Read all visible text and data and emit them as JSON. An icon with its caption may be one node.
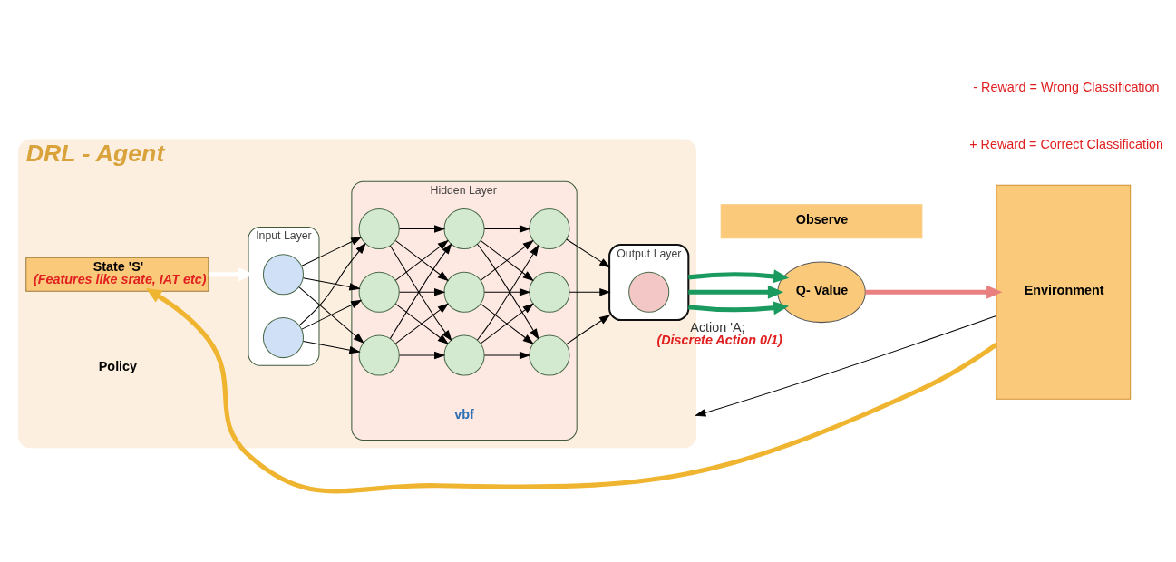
{
  "diagram": {
    "nodes": [
      {
        "text": [
          "DRL - Agent"
        ]
      },
      {
        "text": [
          "State 'S'",
          "(Features like srate, IAT etc)"
        ],
        "in": 0
      },
      {
        "text": [
          "Input Layer"
        ],
        "in": 0
      },
      {
        "text": [],
        "shape": "circle",
        "in": 2
      },
      {
        "text": [],
        "shape": "circle",
        "in": 2
      },
      {
        "text": [
          "Hidden Layer"
        ],
        "in": 0
      },
      {
        "text": [],
        "shape": "circle",
        "in": 5
      },
      {
        "text": [],
        "shape": "circle",
        "in": 5
      },
      {
        "text": [],
        "shape": "circle",
        "in": 5
      },
      {
        "text": [],
        "shape": "circle",
        "in": 5
      },
      {
        "text": [],
        "shape": "circle",
        "in": 5
      },
      {
        "text": [],
        "shape": "circle",
        "in": 5
      },
      {
        "text": [],
        "shape": "circle",
        "in": 5
      },
      {
        "text": [],
        "shape": "circle",
        "in": 5
      },
      {
        "text": [],
        "shape": "circle",
        "in": 5
      },
      {
        "text": [
          "Output Layer"
        ],
        "in": 0
      },
      {
        "text": [],
        "shape": "circle",
        "in": 15
      },
      {
        "text": [
          "Q- Value"
        ],
        "beside": [
          "Action 'A;",
          "(Discrete Action 0/1)"
        ]
      },
      {
        "text": [
          "Environment"
        ]
      },
      {
        "text": [
          "Observe"
        ]
      }
    ],
    "edges": [
      {
        "from": 1,
        "to": 2,
        "arrow": "to",
        "style": "thick",
        "color": "#ffffff"
      },
      {
        "from": 3,
        "to": 6,
        "arrow": "to"
      },
      {
        "from": 3,
        "to": 7,
        "arrow": "to"
      },
      {
        "from": 3,
        "to": 8,
        "arrow": "to"
      },
      {
        "from": 4,
        "to": 6,
        "arrow": "to"
      },
      {
        "from": 4,
        "to": 7,
        "arrow": "to"
      },
      {
        "from": 4,
        "to": 8,
        "arrow": "to"
      },
      {
        "from": 6,
        "to": 9,
        "arrow": "to"
      },
      {
        "from": 6,
        "to": 10,
        "arrow": "to"
      },
      {
        "from": 6,
        "to": 11,
        "arrow": "to"
      },
      {
        "from": 7,
        "to": 9,
        "arrow": "to"
      },
      {
        "from": 7,
        "to": 10,
        "arrow": "to"
      },
      {
        "from": 7,
        "to": 11,
        "arrow": "to"
      },
      {
        "from": 8,
        "to": 9,
        "arrow": "to"
      },
      {
        "from": 8,
        "to": 10,
        "arrow": "to"
      },
      {
        "from": 8,
        "to": 11,
        "arrow": "to"
      },
      {
        "from": 9,
        "to": 12,
        "arrow": "to"
      },
      {
        "from": 9,
        "to": 13,
        "arrow": "to"
      },
      {
        "from": 9,
        "to": 14,
        "arrow": "to"
      },
      {
        "from": 10,
        "to": 12,
        "arrow": "to"
      },
      {
        "from": 10,
        "to": 13,
        "arrow": "to"
      },
      {
        "from": 10,
        "to": 14,
        "arrow": "to"
      },
      {
        "from": 11,
        "to": 12,
        "arrow": "to"
      },
      {
        "from": 11,
        "to": 13,
        "arrow": "to"
      },
      {
        "from": 11,
        "to": 14,
        "arrow": "to"
      },
      {
        "from": 12,
        "to": 15,
        "arrow": "to"
      },
      {
        "from": 13,
        "to": 15,
        "arrow": "to"
      },
      {
        "from": 14,
        "to": 15,
        "arrow": "to"
      },
      {
        "from": 15,
        "to": 17,
        "arrow": "to",
        "style": "thick",
        "color": "#1a9a5e"
      },
      {
        "from": 15,
        "to": 17,
        "arrow": "to",
        "style": "thick",
        "color": "#1a9a5e"
      },
      {
        "from": 15,
        "to": 17,
        "arrow": "to",
        "style": "thick",
        "color": "#1a9a5e"
      },
      {
        "from": 17,
        "to": 18,
        "arrow": "to",
        "style": "thick",
        "color": "#e88080"
      },
      {
        "from": 18,
        "to": 0,
        "arrow": "to"
      },
      {
        "from": 18,
        "to": 1,
        "arrow": "to",
        "style": "thick",
        "color": "#f0b530"
      }
    ],
    "labels": [
      "+ Reward = Correct Classification",
      "- Reward = Wrong Classification",
      "Policy",
      "vbf"
    ]
  }
}
